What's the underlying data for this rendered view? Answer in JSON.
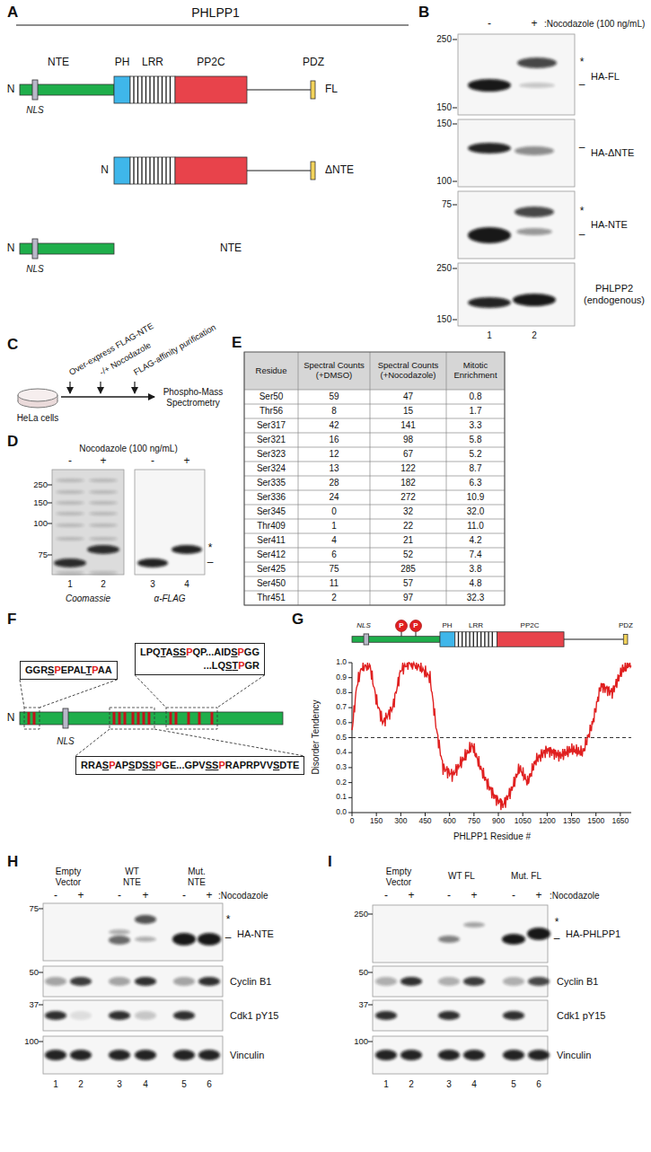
{
  "diagram": {
    "nodes": [
      {
        "text": [
          "GGRSPEPALTPAA"
        ]
      },
      {
        "text": [
          "LPQTASSPQP...AIDSPGG ...LQSTPGR"
        ]
      },
      {
        "text": [
          "RRASPAPSDSSPGE...GPVSSPRAPRPVVSDTE"
        ]
      }
    ],
    "labels": [
      "A",
      "PHLPP1",
      "NTE",
      "PH",
      "LRR",
      "PP2C",
      "PDZ",
      "N",
      "NLS",
      "FL",
      "N",
      "ΔNTE",
      "N",
      "NLS",
      "NTE",
      "B",
      "-",
      "+",
      ":Nocodazole (100 ng/mL)",
      "250",
      "150",
      "*",
      "–",
      "HA-FL",
      "150",
      "100",
      "–",
      "HA-ΔNTE",
      "75",
      "*",
      "–",
      "HA-NTE",
      "250",
      "150",
      "PHLPP2 (endogenous)",
      "1",
      "2",
      "C",
      "HeLa cells",
      "Over-express FLAG-NTE",
      "-/+ Nocodazole",
      "FLAG-affinity purification",
      "Phospho-Mass Spectrometry",
      "D",
      "Nocodazole (100 ng/mL)",
      "-",
      "+",
      "-",
      "+",
      "250",
      "150",
      "100",
      "75",
      "*",
      "–",
      "1",
      "2",
      "3",
      "4",
      "Coomassie",
      "α-FLAG",
      "E",
      "Residue",
      "Spectral Counts (+DMSO)",
      "Spectral Counts (+Nocodazole)",
      "Mitotic Enrichment",
      "Ser50",
      "59",
      "47",
      "0.8",
      "Thr56",
      "8",
      "15",
      "1.7",
      "Ser317",
      "42",
      "141",
      "3.3",
      "Ser321",
      "16",
      "98",
      "5.8",
      "Ser323",
      "12",
      "67",
      "5.2",
      "Ser324",
      "13",
      "122",
      "8.7",
      "Ser335",
      "28",
      "182",
      "6.3",
      "Ser336",
      "24",
      "272",
      "10.9",
      "Ser345",
      "0",
      "32",
      "32.0",
      "Thr409",
      "1",
      "22",
      "11.0",
      "Ser411",
      "4",
      "21",
      "4.2",
      "Ser412",
      "6",
      "52",
      "7.4",
      "Ser425",
      "75",
      "285",
      "3.8",
      "Ser450",
      "11",
      "57",
      "4.8",
      "Thr451",
      "2",
      "97",
      "32.3",
      "F",
      "N",
      "NLS",
      "G",
      "NLS",
      "P",
      "P",
      "PH",
      "LRR",
      "PP2C",
      "PDZ",
      "Disorder Tendency",
      "0.0",
      "0.1",
      "0.2",
      "0.3",
      "0.4",
      "0.5",
      "0.6",
      "0.7",
      "0.8",
      "0.9",
      "1.0",
      "0",
      "150",
      "300",
      "450",
      "600",
      "750",
      "900",
      "1050",
      "1200",
      "1350",
      "1500",
      "1650",
      "PHLPP1 Residue #",
      "H",
      "Empty Vector",
      "WT NTE",
      "Mut. NTE",
      "-",
      "+",
      "-",
      "+",
      "-",
      "+",
      ":Nocodazole",
      "75",
      "*",
      "–",
      "HA-NTE",
      "50",
      "Cyclin B1",
      "37",
      "Cdk1 pY15",
      "100",
      "Vinculin",
      "1",
      "2",
      "3",
      "4",
      "5",
      "6",
      "I",
      "Empty Vector",
      "WT FL",
      "Mut. FL",
      "-",
      "+",
      "-",
      "+",
      "-",
      "+",
      ":Nocodazole",
      "250",
      "*",
      "–",
      "HA-PHLPP1",
      "50",
      "Cyclin B1",
      "37",
      "Cdk1 pY15",
      "100",
      "Vinculin",
      "1",
      "2",
      "3",
      "4",
      "5",
      "6"
    ]
  }
}
